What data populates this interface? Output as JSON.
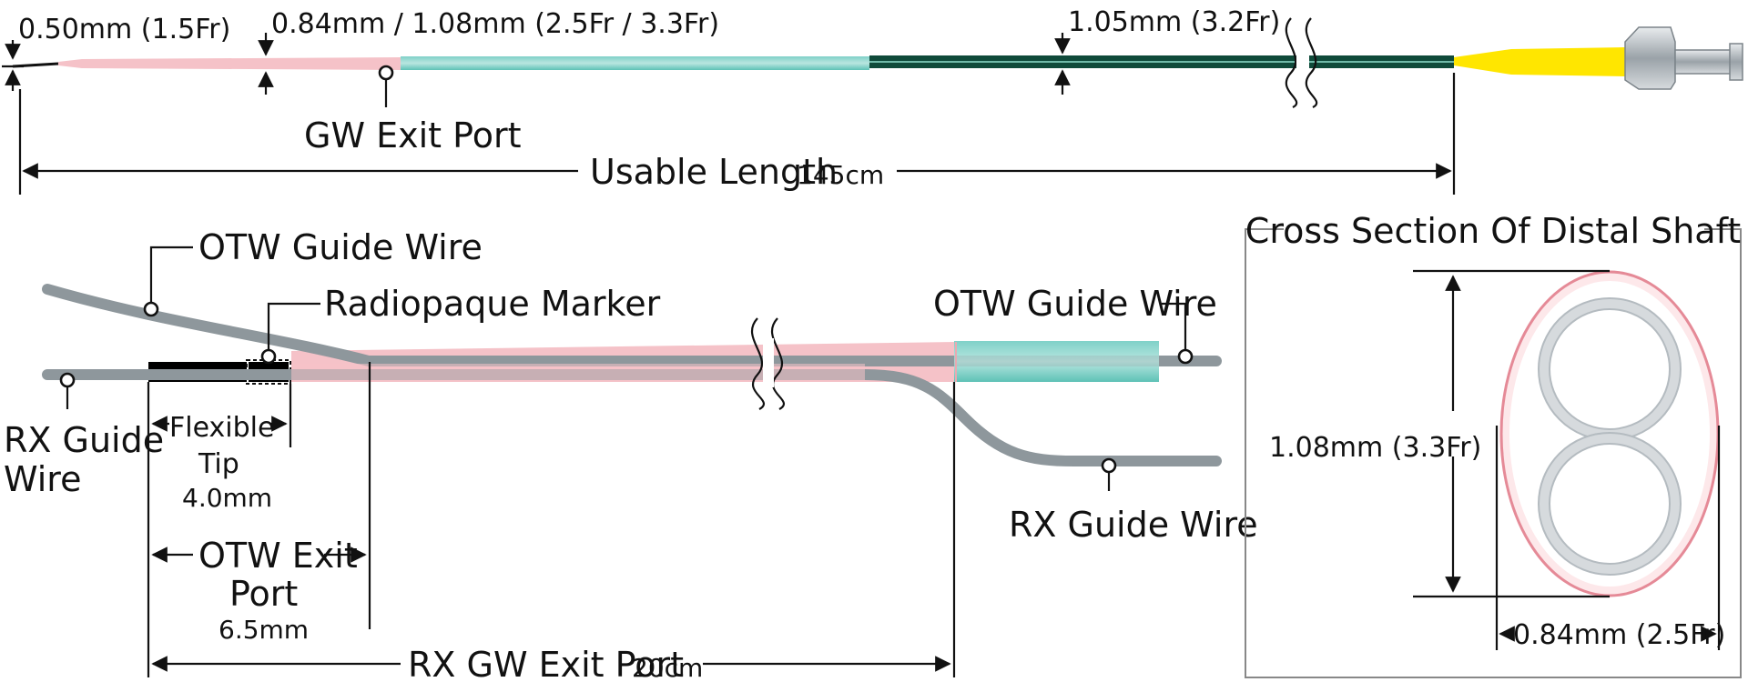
{
  "top": {
    "tip_dim": "0.50mm (1.5Fr)",
    "distal_dim": "0.84mm / 1.08mm (2.5Fr / 3.3Fr)",
    "shaft_dim": "1.05mm (3.2Fr)",
    "gw_exit_port": "GW Exit Port",
    "usable_length_label": "Usable Length",
    "usable_length_value": "145cm"
  },
  "detail": {
    "otw_guide_wire_top": "OTW Guide Wire",
    "radiopaque_marker": "Radiopaque Marker",
    "otw_guide_wire_right": "OTW Guide Wire",
    "rx_guide_wire_left_1": "RX Guide",
    "rx_guide_wire_left_2": "Wire",
    "rx_guide_wire_right": "RX Guide Wire",
    "flexible_tip_1": "Flexible",
    "flexible_tip_2": "Tip",
    "flexible_tip_value": "4.0mm",
    "otw_exit_port_1": "OTW Exit",
    "otw_exit_port_2": "Port",
    "otw_exit_port_value": "6.5mm",
    "rx_gw_exit_port_label": "RX GW Exit Port",
    "rx_gw_exit_port_value": "20cm"
  },
  "cross_section": {
    "title": "Cross Section Of Distal Shaft",
    "height_dim": "1.08mm (3.3Fr)",
    "width_dim": "0.84mm (2.5Fr)"
  },
  "colors": {
    "pink": "#f5c2c8",
    "teal": "#7fd1c8",
    "dark_green": "#0f4a3a",
    "yellow": "#ffe600",
    "gray_wire": "#8e979c",
    "tip_black": "#000000"
  }
}
